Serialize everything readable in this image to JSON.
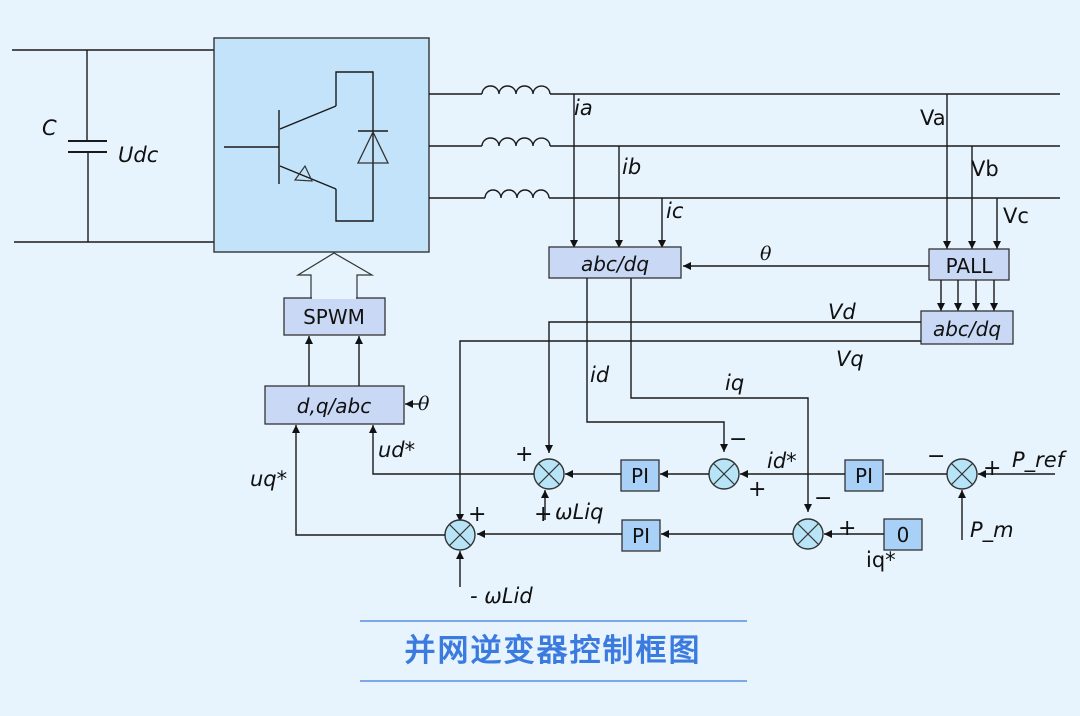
{
  "title": "并网逆变器控制框图",
  "dc_side": {
    "capacitor_label": "C",
    "voltage_label": "Udc"
  },
  "blocks": {
    "abc_dq_current": "abc/dq",
    "pll": "PALL",
    "abc_dq_voltage": "abc/dq",
    "spwm": "SPWM",
    "dq_abc": "d,q/abc",
    "pi_d_current": "PI",
    "pi_q_current": "PI",
    "pi_power": "PI",
    "iq_ref_const": "0"
  },
  "signals": {
    "ia": "ia",
    "ib": "ib",
    "ic": "ic",
    "va": "Va",
    "vb": "Vb",
    "vc": "Vc",
    "theta": "θ",
    "vd": "Vd",
    "vq": "Vq",
    "id": "id",
    "iq": "iq",
    "id_ref": "id*",
    "iq_ref": "iq*",
    "ud_ref": "ud*",
    "uq_ref": "uq*",
    "wliq": "ωLiq",
    "wlid": "- ωLid",
    "p_ref": "P_ref",
    "p_m": "P_m"
  },
  "signs": {
    "plus": "+",
    "minus": "−"
  }
}
